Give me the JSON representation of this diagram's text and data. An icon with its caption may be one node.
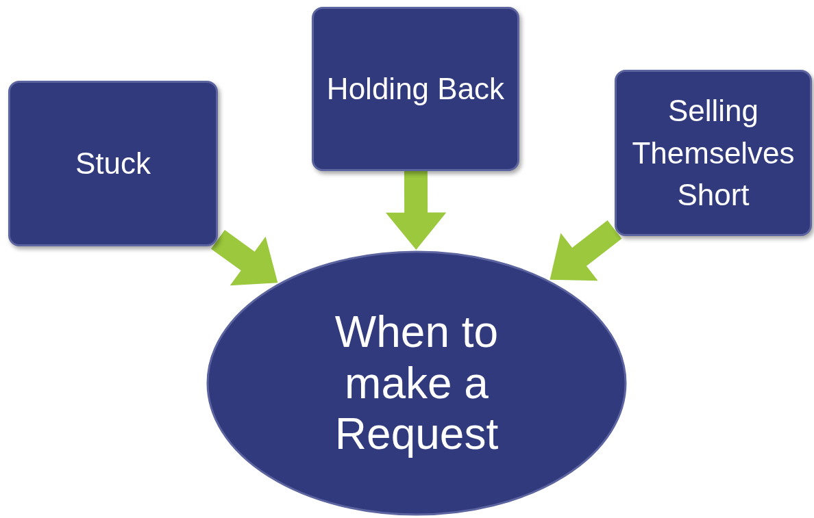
{
  "diagram": {
    "nodes": [
      {
        "text": [
          "Stuck"
        ]
      },
      {
        "text": [
          "Holding Back"
        ]
      },
      {
        "text": [
          "Selling Themselves Short"
        ]
      },
      {
        "text": [
          "When to make a Request"
        ]
      }
    ],
    "edges": [
      {
        "from": 0,
        "to": 3,
        "arrow": "to",
        "style": "thick"
      },
      {
        "from": 1,
        "to": 3,
        "arrow": "to",
        "style": "thick"
      },
      {
        "from": 2,
        "to": 3,
        "arrow": "to",
        "style": "thick"
      }
    ]
  }
}
